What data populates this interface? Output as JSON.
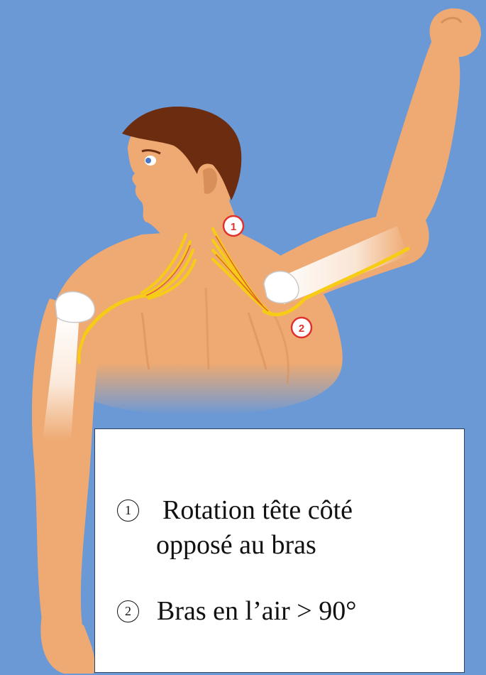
{
  "badges": {
    "one": "1",
    "two": "2"
  },
  "legend": {
    "item1_number": "①",
    "item1_line1": "Rotation tête côté",
    "item1_line2": "opposé au bras",
    "item2_number": "②",
    "item2_text": "Bras en l’air > 90°"
  },
  "colors": {
    "background": "#6b99d6",
    "skin": "#eeaa72",
    "skin_shadow": "#d88f5a",
    "hair": "#6b2c10",
    "nerve": "#f7cc16",
    "badge_red": "#e0322d",
    "bone": "#ffffff"
  }
}
